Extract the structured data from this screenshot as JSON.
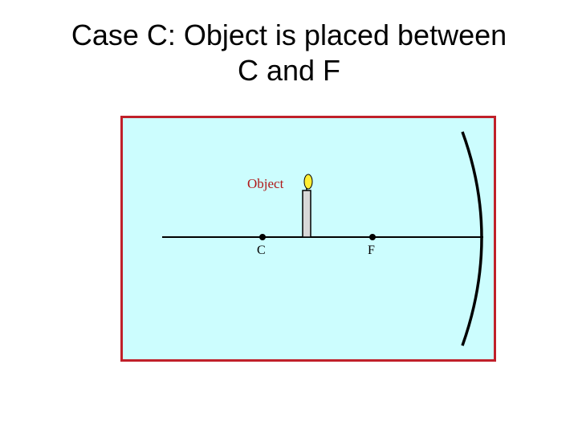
{
  "title": {
    "line1": "Case C:  Object is placed between",
    "line2": "C and F"
  },
  "diagram": {
    "object_label": "Object",
    "point_c_label": "C",
    "point_f_label": "F",
    "colors": {
      "background": "#ccfdfe",
      "border": "#c0202a",
      "object_label": "#b01818",
      "flame": "#ffee33",
      "candle": "#d8d8d8",
      "ink": "#000000"
    }
  }
}
